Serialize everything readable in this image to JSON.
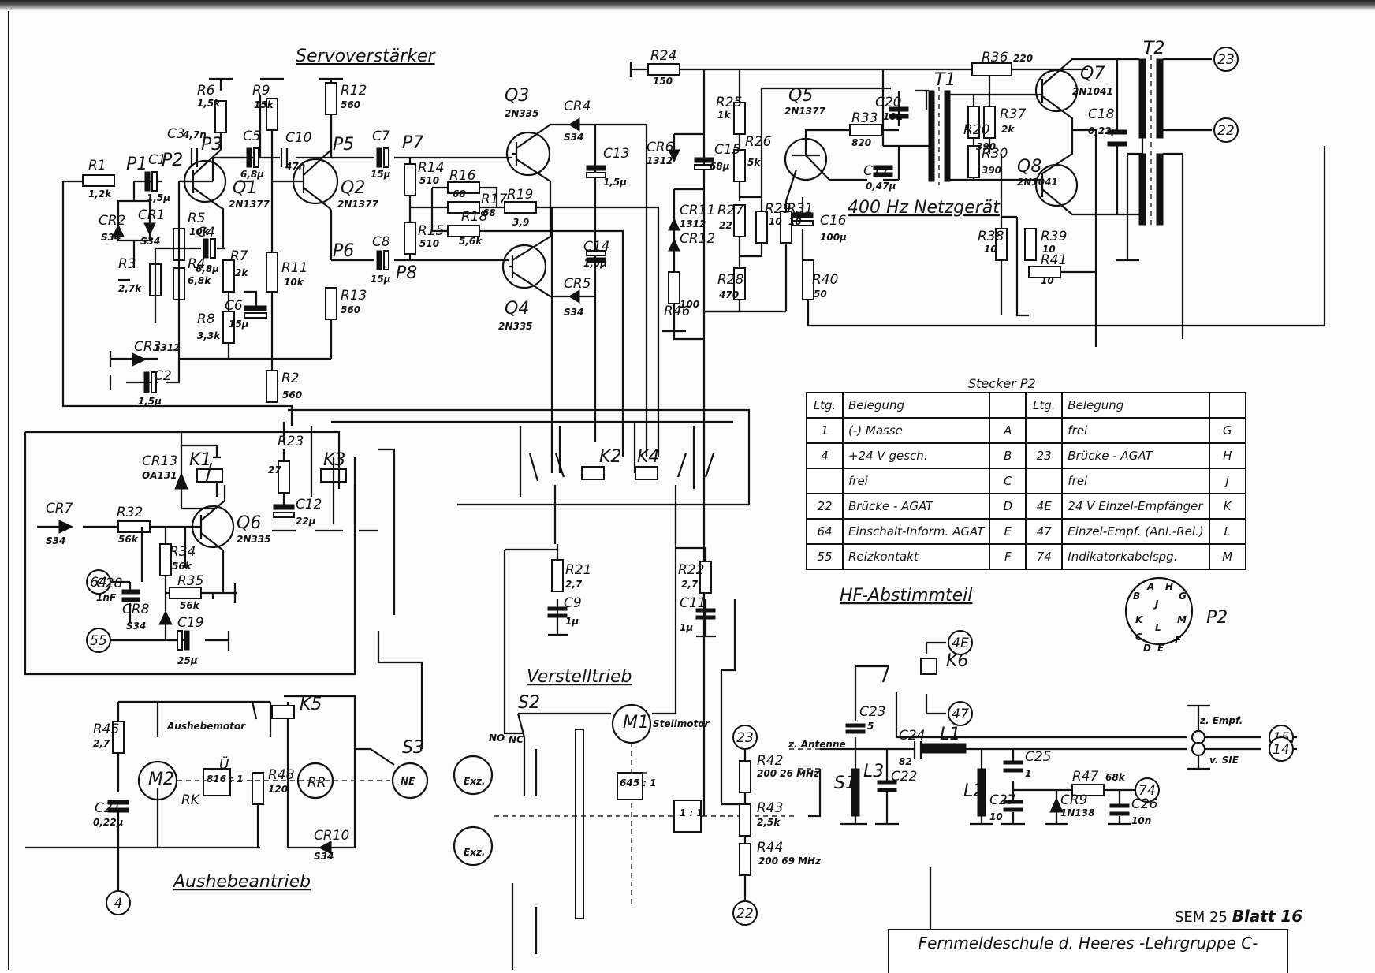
{
  "document": {
    "sheet_id": "SEM 25",
    "sheet_label": "Blatt 16",
    "school": "Fernmeldeschule d. Heeres  -Lehrgruppe C-"
  },
  "sections": {
    "servo": "Servoverstärker",
    "netz": "400 Hz Netzgerät",
    "hf": "HF-Abstimmteil",
    "verstell": "Verstelltrieb",
    "aushebe": "Aushebeantrieb"
  },
  "components": [
    {
      "ref": "R1",
      "value": "1,2k"
    },
    {
      "ref": "P1",
      "value": ""
    },
    {
      "ref": "C1",
      "value": "1,5µ"
    },
    {
      "ref": "P2",
      "value": ""
    },
    {
      "ref": "CR2",
      "value": "S34"
    },
    {
      "ref": "CR1",
      "value": "S34"
    },
    {
      "ref": "R3",
      "value": "2,7k"
    },
    {
      "ref": "R5",
      "value": "10k"
    },
    {
      "ref": "C3",
      "value": "4,7n"
    },
    {
      "ref": "P3",
      "value": ""
    },
    {
      "ref": "R6",
      "value": "1,5k"
    },
    {
      "ref": "Q1",
      "value": "2N1377"
    },
    {
      "ref": "C4",
      "value": "6,8µ"
    },
    {
      "ref": "R4",
      "value": "6,8k"
    },
    {
      "ref": "R7",
      "value": "2k"
    },
    {
      "ref": "R8",
      "value": "3,3k"
    },
    {
      "ref": "C6",
      "value": "15µ"
    },
    {
      "ref": "CR3",
      "value": "1312"
    },
    {
      "ref": "C2",
      "value": "1,5µ"
    },
    {
      "ref": "C5",
      "value": "6,8µ"
    },
    {
      "ref": "R9",
      "value": "15k"
    },
    {
      "ref": "C10",
      "value": "47n"
    },
    {
      "ref": "R11",
      "value": "10k"
    },
    {
      "ref": "R2",
      "value": "560"
    },
    {
      "ref": "Q2",
      "value": "2N1377"
    },
    {
      "ref": "R12",
      "value": "560"
    },
    {
      "ref": "P5",
      "value": ""
    },
    {
      "ref": "P6",
      "value": ""
    },
    {
      "ref": "R13",
      "value": "560"
    },
    {
      "ref": "C7",
      "value": "15µ"
    },
    {
      "ref": "C8",
      "value": "15µ"
    },
    {
      "ref": "P7",
      "value": ""
    },
    {
      "ref": "P8",
      "value": ""
    },
    {
      "ref": "R14",
      "value": "510"
    },
    {
      "ref": "R15",
      "value": "510"
    },
    {
      "ref": "R16",
      "value": "68"
    },
    {
      "ref": "R17",
      "value": "68"
    },
    {
      "ref": "R18",
      "value": "5,6k"
    },
    {
      "ref": "R19",
      "value": "3,9"
    },
    {
      "ref": "Q3",
      "value": "2N335"
    },
    {
      "ref": "Q4",
      "value": "2N335"
    },
    {
      "ref": "CR4",
      "value": "S34"
    },
    {
      "ref": "CR5",
      "value": "S34"
    },
    {
      "ref": "C13",
      "value": "1,5µ"
    },
    {
      "ref": "C14",
      "value": "1,5µ"
    },
    {
      "ref": "R24",
      "value": "150"
    },
    {
      "ref": "CR6",
      "value": "1312"
    },
    {
      "ref": "CR11",
      "value": "1312"
    },
    {
      "ref": "CR12",
      "value": ""
    },
    {
      "ref": "R46",
      "value": "100"
    },
    {
      "ref": "C15",
      "value": "68µ"
    },
    {
      "ref": "R25",
      "value": "1k"
    },
    {
      "ref": "R26",
      "value": "5k"
    },
    {
      "ref": "R27",
      "value": "22"
    },
    {
      "ref": "R28",
      "value": "470"
    },
    {
      "ref": "R29",
      "value": "10"
    },
    {
      "ref": "R31",
      "value": "10"
    },
    {
      "ref": "C16",
      "value": "100µ"
    },
    {
      "ref": "R40",
      "value": "50"
    },
    {
      "ref": "Q5",
      "value": "2N1377"
    },
    {
      "ref": "R33",
      "value": "820"
    },
    {
      "ref": "C17",
      "value": "0,47µ"
    },
    {
      "ref": "C20",
      "value": "10n"
    },
    {
      "ref": "R36",
      "value": "220"
    },
    {
      "ref": "T1",
      "value": ""
    },
    {
      "ref": "R20",
      "value": "390"
    },
    {
      "ref": "R37",
      "value": "2k"
    },
    {
      "ref": "R30",
      "value": "390"
    },
    {
      "ref": "Q7",
      "value": "2N1041"
    },
    {
      "ref": "Q8",
      "value": "2N1041"
    },
    {
      "ref": "C18",
      "value": "0,22µ"
    },
    {
      "ref": "T2",
      "value": ""
    },
    {
      "ref": "R38",
      "value": "10"
    },
    {
      "ref": "R39",
      "value": "10"
    },
    {
      "ref": "R41",
      "value": "10"
    },
    {
      "ref": "CR13",
      "value": "OA131"
    },
    {
      "ref": "K1",
      "value": ""
    },
    {
      "ref": "R23",
      "value": "27"
    },
    {
      "ref": "K3",
      "value": ""
    },
    {
      "ref": "C12",
      "value": "22µ"
    },
    {
      "ref": "CR7",
      "value": "S34"
    },
    {
      "ref": "R32",
      "value": "56k"
    },
    {
      "ref": "Q6",
      "value": "2N335"
    },
    {
      "ref": "R34",
      "value": "56k"
    },
    {
      "ref": "C28",
      "value": "1nF"
    },
    {
      "ref": "R35",
      "value": "56k"
    },
    {
      "ref": "CR8",
      "value": "S34"
    },
    {
      "ref": "C19",
      "value": "25µ"
    },
    {
      "ref": "K2",
      "value": ""
    },
    {
      "ref": "K4",
      "value": ""
    },
    {
      "ref": "R21",
      "value": "2,7"
    },
    {
      "ref": "C9",
      "value": "1µ"
    },
    {
      "ref": "R22",
      "value": "2,7"
    },
    {
      "ref": "C11",
      "value": "1µ"
    },
    {
      "ref": "R45",
      "value": "2,7"
    },
    {
      "ref": "C21",
      "value": "0,22µ"
    },
    {
      "ref": "M2",
      "value": "Aushebemotor"
    },
    {
      "ref": "RK",
      "value": ""
    },
    {
      "ref": "Ü",
      "value": ""
    },
    {
      "ref": "R48",
      "value": "120"
    },
    {
      "ref": "K5",
      "value": ""
    },
    {
      "ref": "RR",
      "value": ""
    },
    {
      "ref": "CR10",
      "value": "S34"
    },
    {
      "ref": "S3",
      "value": "NE"
    },
    {
      "ref": "S2",
      "value": ""
    },
    {
      "ref": "M1",
      "value": "Stellmotor"
    },
    {
      "ref": "R42",
      "value": "200 26 MHz"
    },
    {
      "ref": "R43",
      "value": "2,5k"
    },
    {
      "ref": "R44",
      "value": "200 69 MHz"
    },
    {
      "ref": "K6",
      "value": ""
    },
    {
      "ref": "C23",
      "value": "5"
    },
    {
      "ref": "C24",
      "value": "82"
    },
    {
      "ref": "L1",
      "value": ""
    },
    {
      "ref": "L2",
      "value": ""
    },
    {
      "ref": "L3",
      "value": ""
    },
    {
      "ref": "C22",
      "value": ""
    },
    {
      "ref": "S1",
      "value": ""
    },
    {
      "ref": "C25",
      "value": "1"
    },
    {
      "ref": "C27",
      "value": "10"
    },
    {
      "ref": "R47",
      "value": "68k"
    },
    {
      "ref": "CR9",
      "value": "1N138"
    },
    {
      "ref": "C26",
      "value": "10n"
    }
  ],
  "terminals": [
    "23",
    "22",
    "64",
    "55",
    "4",
    "15",
    "14",
    "74",
    "4E",
    "47",
    "23",
    "22"
  ],
  "annotations": {
    "antenna": "z. Antenne",
    "to_receiver": "z. Empf.",
    "from_sie": "v. SIE",
    "no": "NO",
    "nc": "NC",
    "exz": "Exz.",
    "gear_ratio_1": "645 : 1",
    "gear_ratio_2": "1 : 1",
    "gear_ratio_3": "816 : 1",
    "p2_label": "P2",
    "p2_pins": [
      "A",
      "H",
      "B",
      "G",
      "J",
      "K",
      "M",
      "L",
      "C",
      "D",
      "E",
      "F"
    ]
  },
  "connector_table": {
    "title": "Stecker P2",
    "headers": [
      "Ltg.",
      "Belegung",
      "",
      "Ltg.",
      "Belegung",
      ""
    ],
    "rows": [
      [
        "1",
        "(-) Masse",
        "A",
        "",
        "frei",
        "G"
      ],
      [
        "4",
        "+24 V gesch.",
        "B",
        "23",
        "Brücke - AGAT",
        "H"
      ],
      [
        "",
        "frei",
        "C",
        "",
        "frei",
        "J"
      ],
      [
        "22",
        "Brücke - AGAT",
        "D",
        "4E",
        "24 V Einzel-Empfänger",
        "K"
      ],
      [
        "64",
        "Einschalt-Inform. AGAT",
        "E",
        "47",
        "Einzel-Empf. (Anl.-Rel.)",
        "L"
      ],
      [
        "55",
        "Reizkontakt",
        "F",
        "74",
        "Indikatorkabelspg.",
        "M"
      ]
    ]
  }
}
